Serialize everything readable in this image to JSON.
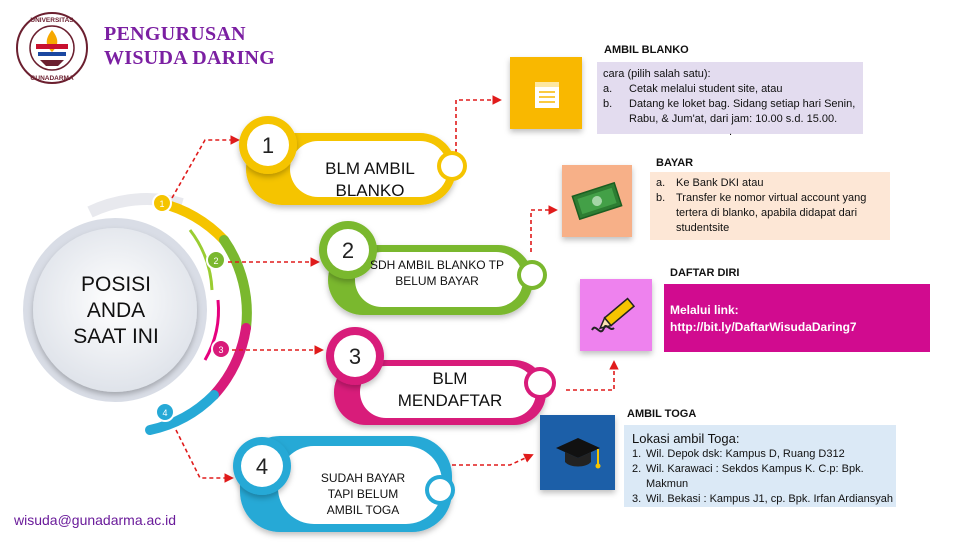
{
  "header": {
    "title_line1": "PENGURUSAN",
    "title_line2": "WISUDA DARING",
    "logo_top_text": "UNIVERSITAS",
    "logo_bottom_text": "GUNADARMA"
  },
  "center": {
    "line1": "POSISI",
    "line2": "ANDA",
    "line3": "SAAT INI",
    "ring_numbers": [
      "1",
      "2",
      "3",
      "4"
    ]
  },
  "steps": [
    {
      "number": "1",
      "line1": "BLM AMBIL",
      "line2": "BLANKO",
      "color": "#f5c400"
    },
    {
      "number": "2",
      "line1": "SDH AMBIL BLANKO TP",
      "line2": "BELUM BAYAR",
      "color": "#7ab82e"
    },
    {
      "number": "3",
      "line1": "BLM",
      "line2": "MENDAFTAR",
      "color": "#d81b7a"
    },
    {
      "number": "4",
      "line1": "SUDAH BAYAR",
      "line2": "TAPI BELUM",
      "line3": "AMBIL TOGA",
      "color": "#26a9d6"
    }
  ],
  "sections": {
    "ambil_blanko": {
      "title": "AMBIL BLANKO",
      "intro": "cara (pilih salah satu):",
      "items": [
        "Cetak melalui student site, atau",
        "Datang ke loket bag. Sidang setiap hari Senin, Rabu, & Jum'at, dari jam: 10.00 s.d. 15.00."
      ],
      "markers": [
        "a.",
        "b."
      ],
      "trailing": ".",
      "bg": "#e3dcef",
      "icon_bg": "#f9b800"
    },
    "bayar": {
      "title": "BAYAR",
      "items": [
        "Ke Bank DKI atau",
        "Transfer ke nomor virtual account yang tertera di blanko, apabila didapat dari studentsite"
      ],
      "markers": [
        "a.",
        "b."
      ],
      "bg": "#fde7d6",
      "icon_bg": "#f7b088"
    },
    "daftar_diri": {
      "title": "DAFTAR DIRI",
      "line1": "Melalui link:",
      "line2": "http://bit.ly/DaftarWisudaDaring7",
      "bg": "#d10b8f",
      "icon_bg": "#ee82ee"
    },
    "ambil_toga": {
      "title": "AMBIL TOGA",
      "heading": "Lokasi ambil Toga:",
      "items": [
        "Wil. Depok dsk: Kampus D, Ruang D312",
        "Wil. Karawaci : Sekdos Kampus K. C.p: Bpk. Makmun",
        "Wil. Bekasi : Kampus J1, cp. Bpk. Irfan Ardiansyah"
      ],
      "markers": [
        "1.",
        "2.",
        "3."
      ],
      "bg": "#dbe9f6",
      "icon_bg": "#1f5fa8"
    }
  },
  "footer": {
    "email": "wisuda@gunadarma.ac.id"
  }
}
